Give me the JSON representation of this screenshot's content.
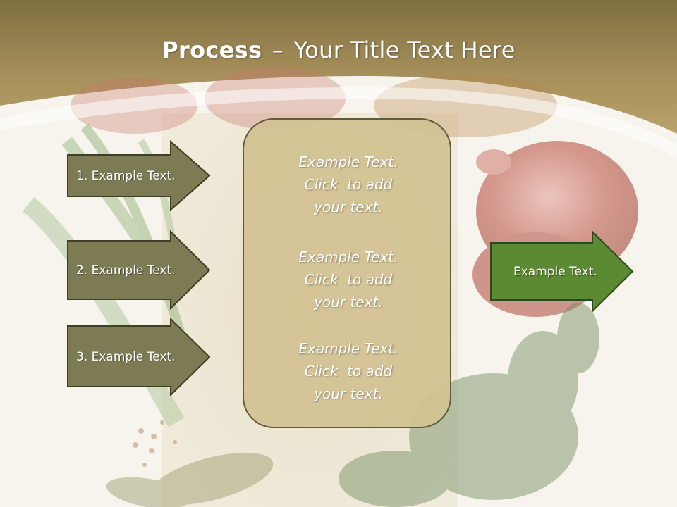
{
  "slide": {
    "title_bold": "Process",
    "title_separator": "–",
    "title_rest": "Your Title Text Here",
    "steps": [
      {
        "label": "1. Example Text."
      },
      {
        "label": "2. Example Text."
      },
      {
        "label": "3. Example Text."
      }
    ],
    "center_items": [
      {
        "line1": "Example Text.",
        "line2": "Click  to add",
        "line3": "your text."
      },
      {
        "line1": "Example Text.",
        "line2": "Click  to add",
        "line3": "your text."
      },
      {
        "line1": "Example Text.",
        "line2": "Click  to add",
        "line3": "your text."
      }
    ],
    "result": {
      "label": "Example Text."
    }
  },
  "colors": {
    "header_band": "#a8915a",
    "step_arrow_fill": "#7c7b53",
    "step_arrow_border": "#3f3f25",
    "center_box_fill": "#d2c292",
    "result_arrow_fill": "#5c8a32",
    "result_arrow_border": "#2f4a1a",
    "text": "#ffffff"
  }
}
